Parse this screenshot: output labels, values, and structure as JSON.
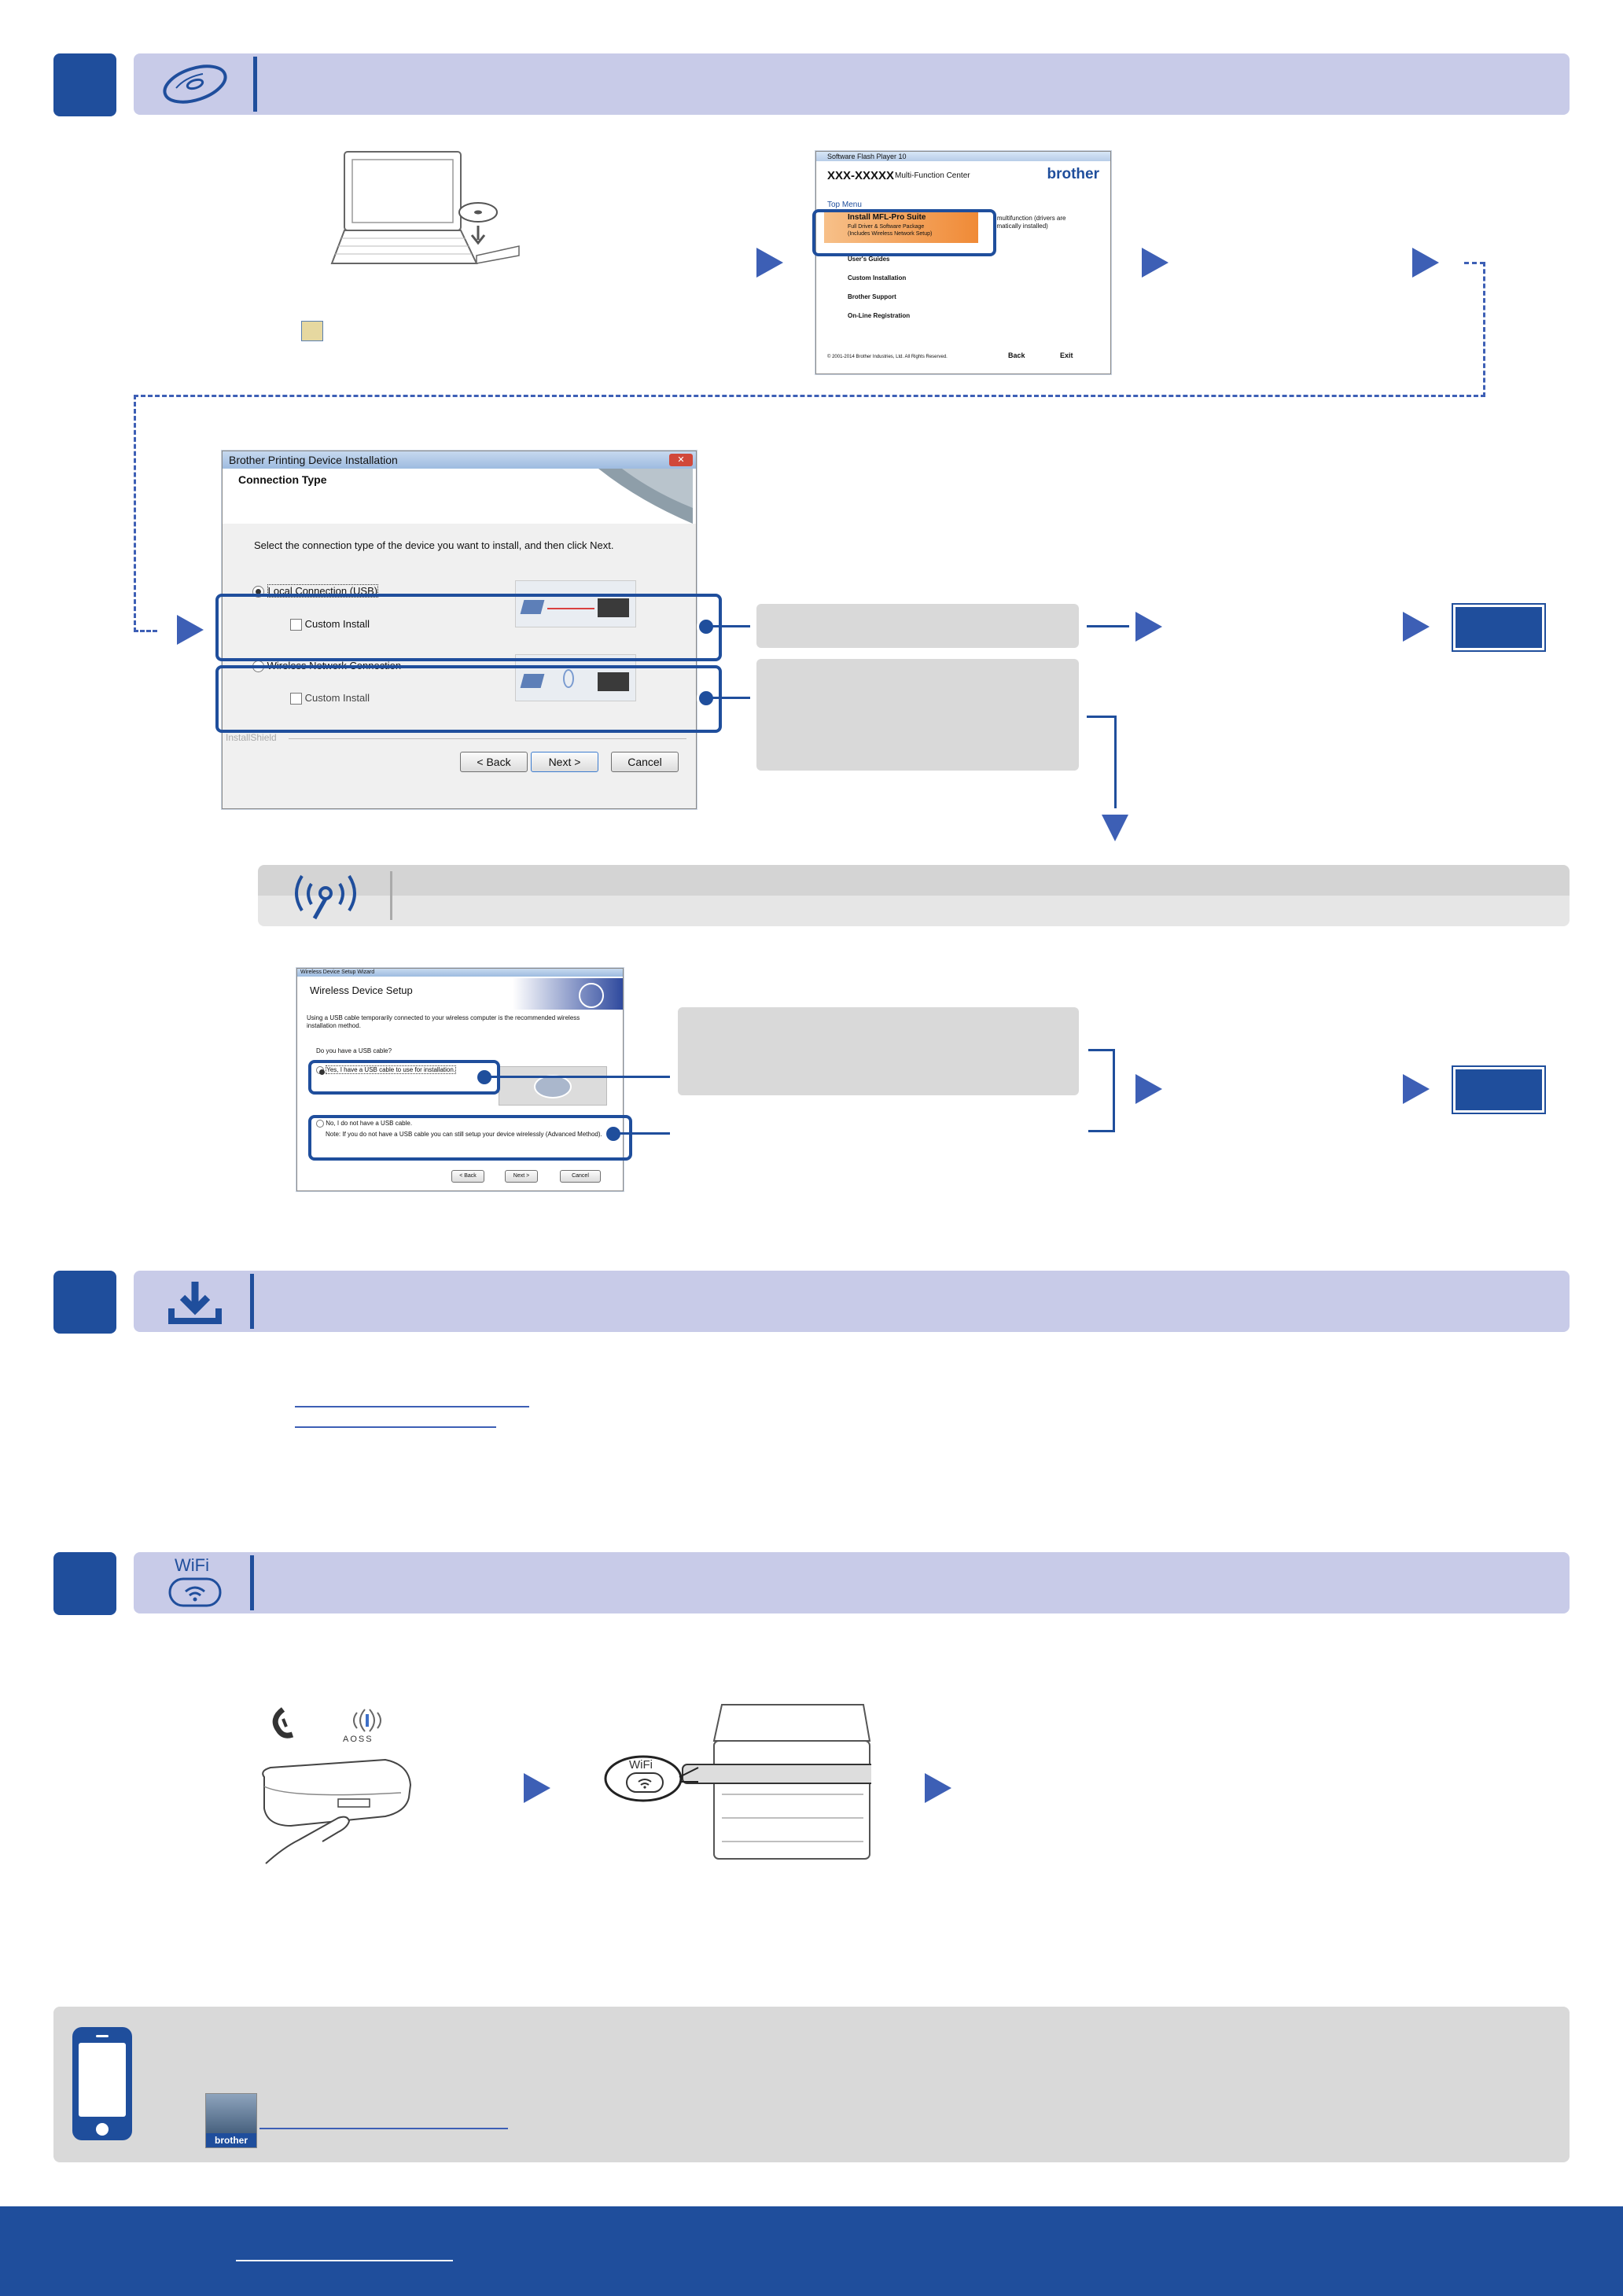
{
  "brand_blue": "#1f4e9c",
  "accent_blue": "#3d5fb5",
  "band_color": "#c8cbe8",
  "menu_window": {
    "title": "Software Flash Player 10",
    "model": "XXX-XXXXX",
    "subtitle": "Multi-Function Center",
    "logo": "brother",
    "top_menu": "Top Menu",
    "items": [
      {
        "label": "Install MFL-Pro Suite",
        "sub1": "Full Driver & Software Package",
        "sub2": "(Includes Wireless Network Setup)"
      },
      {
        "label": "User's Guides"
      },
      {
        "label": "Custom Installation"
      },
      {
        "label": "Brother Support"
      },
      {
        "label": "On-Line Registration"
      }
    ],
    "side_note_1": "r multifunction (drivers are",
    "side_note_2": "ematically installed)",
    "copyright": "© 2001-2014 Brother Industries, Ltd. All Rights Reserved.",
    "back": "Back",
    "exit": "Exit"
  },
  "connection_window": {
    "title": "Brother Printing Device Installation",
    "header": "Connection Type",
    "instruction": "Select the connection type of the device you want to install, and then click Next.",
    "option_usb": "Local Connection (USB)",
    "option_wireless": "Wireless Network Connection",
    "custom_install": "Custom Install",
    "installshield": "InstallShield",
    "back": "< Back",
    "next": "Next >",
    "cancel": "Cancel"
  },
  "wireless_window": {
    "title": "Wireless Device Setup Wizard",
    "header": "Wireless Device Setup",
    "intro": "Using a USB cable temporarily connected to your wireless computer is the recommended wireless installation method.",
    "question": "Do you have a USB cable?",
    "yes": "Yes, I have a USB cable to use for installation.",
    "no": "No, I do not have a USB cable.",
    "no_note": "Note: If you do not have a USB cable you can still setup your device wirelessly (Advanced Method).",
    "back": "< Back",
    "next": "Next >",
    "cancel": "Cancel"
  },
  "wifi_section": {
    "wifi_label": "WiFi",
    "aoss_label": "AOSS",
    "printer_wifi_label": "WiFi"
  },
  "mobile_section": {
    "app_logo": "brother"
  }
}
